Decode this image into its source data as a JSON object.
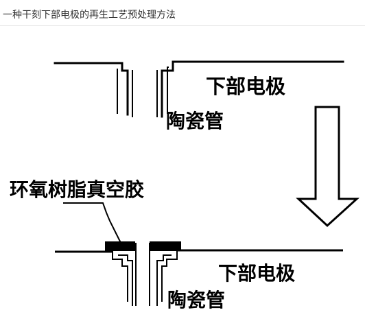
{
  "page": {
    "title": "一种干刻下部电极的再生工艺预处理方法"
  },
  "diagram": {
    "top_figure": {
      "electrode_label": "下部电极",
      "ceramic_tube_label": "陶瓷管"
    },
    "bottom_figure": {
      "electrode_label": "下部电极",
      "ceramic_tube_label": "陶瓷管",
      "epoxy_label": "环氧树脂真空胶"
    },
    "arrow": {
      "direction": "down",
      "icon": "down-arrow-icon"
    },
    "colors": {
      "stroke": "#000000",
      "fill_epoxy": "#000000",
      "background": "#ffffff"
    }
  }
}
